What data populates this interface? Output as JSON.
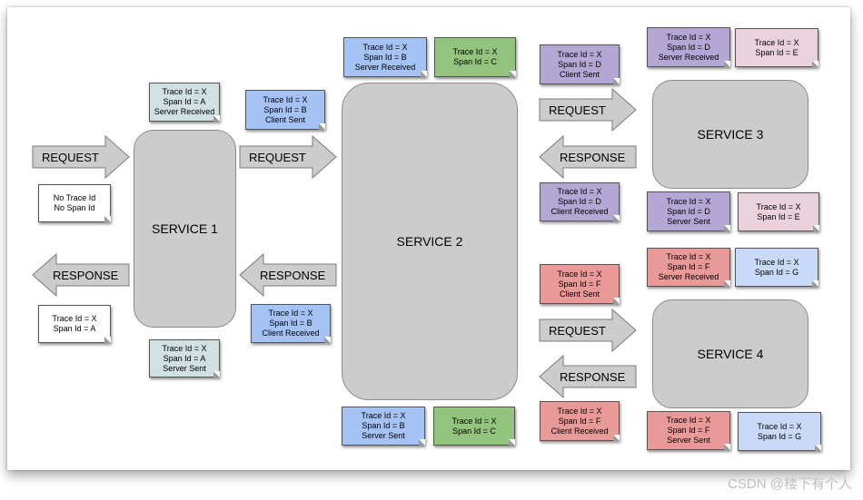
{
  "colors": {
    "service_fill": "#cccccc",
    "arrow_fill": "#cccccc",
    "arrow_stroke": "#7a7a7a",
    "white": "#ffffff",
    "teal": "#d0e0e3",
    "blue": "#a4c2f4",
    "green": "#93c47d",
    "purple": "#b4a7d6",
    "pink": "#ead1dc",
    "red": "#ea9999",
    "light_blue": "#c9daf8"
  },
  "services": {
    "s1": "SERVICE 1",
    "s2": "SERVICE 2",
    "s3": "SERVICE 3",
    "s4": "SERVICE 4"
  },
  "arrows": {
    "request": "REQUEST",
    "response": "RESPONSE"
  },
  "notes": {
    "no_trace": [
      "No Trace Id",
      "No Span Id"
    ],
    "s1_server_received": [
      "Trace Id = X",
      "Span Id = A",
      "Server Received"
    ],
    "s1_response": [
      "Trace Id = X",
      "Span Id = A"
    ],
    "s1_server_sent": [
      "Trace Id = X",
      "Span Id = A",
      "Server Sent"
    ],
    "s2_client_sent": [
      "Trace Id = X",
      "Span Id = B",
      "Client Sent"
    ],
    "s2_client_received": [
      "Trace Id = X",
      "Span Id = B",
      "Client Received"
    ],
    "s2_server_received": [
      "Trace Id = X",
      "Span Id = B",
      "Server Received"
    ],
    "s2_span_c_top": [
      "Trace Id = X",
      "Span Id = C"
    ],
    "s2_server_sent": [
      "Trace Id = X",
      "Span Id = B",
      "Server Sent"
    ],
    "s2_span_c_bottom": [
      "Trace Id = X",
      "Span Id = C"
    ],
    "s3_client_sent": [
      "Trace Id = X",
      "Span Id = D",
      "Client Sent"
    ],
    "s3_client_received": [
      "Trace Id = X",
      "Span Id = D",
      "Client Received"
    ],
    "s3_server_received": [
      "Trace Id = X",
      "Span Id = D",
      "Server Received"
    ],
    "s3_span_e_top": [
      "Trace Id = X",
      "Span Id = E"
    ],
    "s3_server_sent": [
      "Trace Id = X",
      "Span Id = D",
      "Server Sent"
    ],
    "s3_span_e_bottom": [
      "Trace Id = X",
      "Span Id = E"
    ],
    "s4_client_sent": [
      "Trace Id = X",
      "Span Id = F",
      "Client Sent"
    ],
    "s4_client_received": [
      "Trace Id = X",
      "Span Id = F",
      "Client Received"
    ],
    "s4_server_received": [
      "Trace Id = X",
      "Span Id = F",
      "Server Received"
    ],
    "s4_span_g_top": [
      "Trace Id = X",
      "Span Id = G"
    ],
    "s4_server_sent": [
      "Trace Id = X",
      "Span Id = F",
      "Server Sent"
    ],
    "s4_span_g_bottom": [
      "Trace Id = X",
      "Span Id = G"
    ]
  },
  "watermark": "CSDN @楼下有个人"
}
